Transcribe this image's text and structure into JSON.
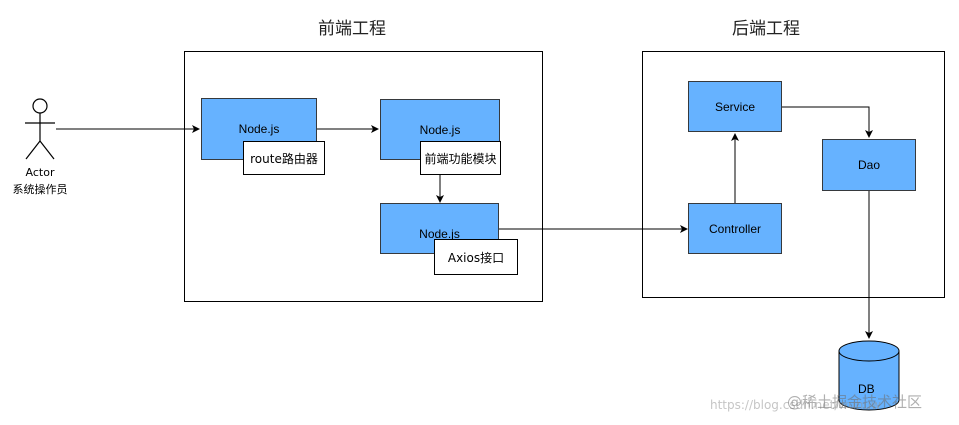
{
  "frontend": {
    "title": "前端工程"
  },
  "backend": {
    "title": "后端工程"
  },
  "actor": {
    "name": "Actor",
    "role": "系统操作员"
  },
  "nodes": {
    "node1": {
      "label": "Node.js",
      "sublabel": "route路由器"
    },
    "node2": {
      "label": "Node.js",
      "sublabel": "前端功能模块"
    },
    "node3": {
      "label": "Node.js",
      "sublabel": "Axios接口"
    },
    "service": {
      "label": "Service"
    },
    "dao": {
      "label": "Dao"
    },
    "controller": {
      "label": "Controller"
    },
    "db": {
      "label": "DB"
    }
  },
  "watermark": {
    "url": "https://blog.csdn.net/wuhuw",
    "brand": "@稀土掘金技术社区"
  },
  "colors": {
    "node_fill": "#66b2ff",
    "db_fill": "#66b2ff",
    "stroke": "#000000"
  }
}
